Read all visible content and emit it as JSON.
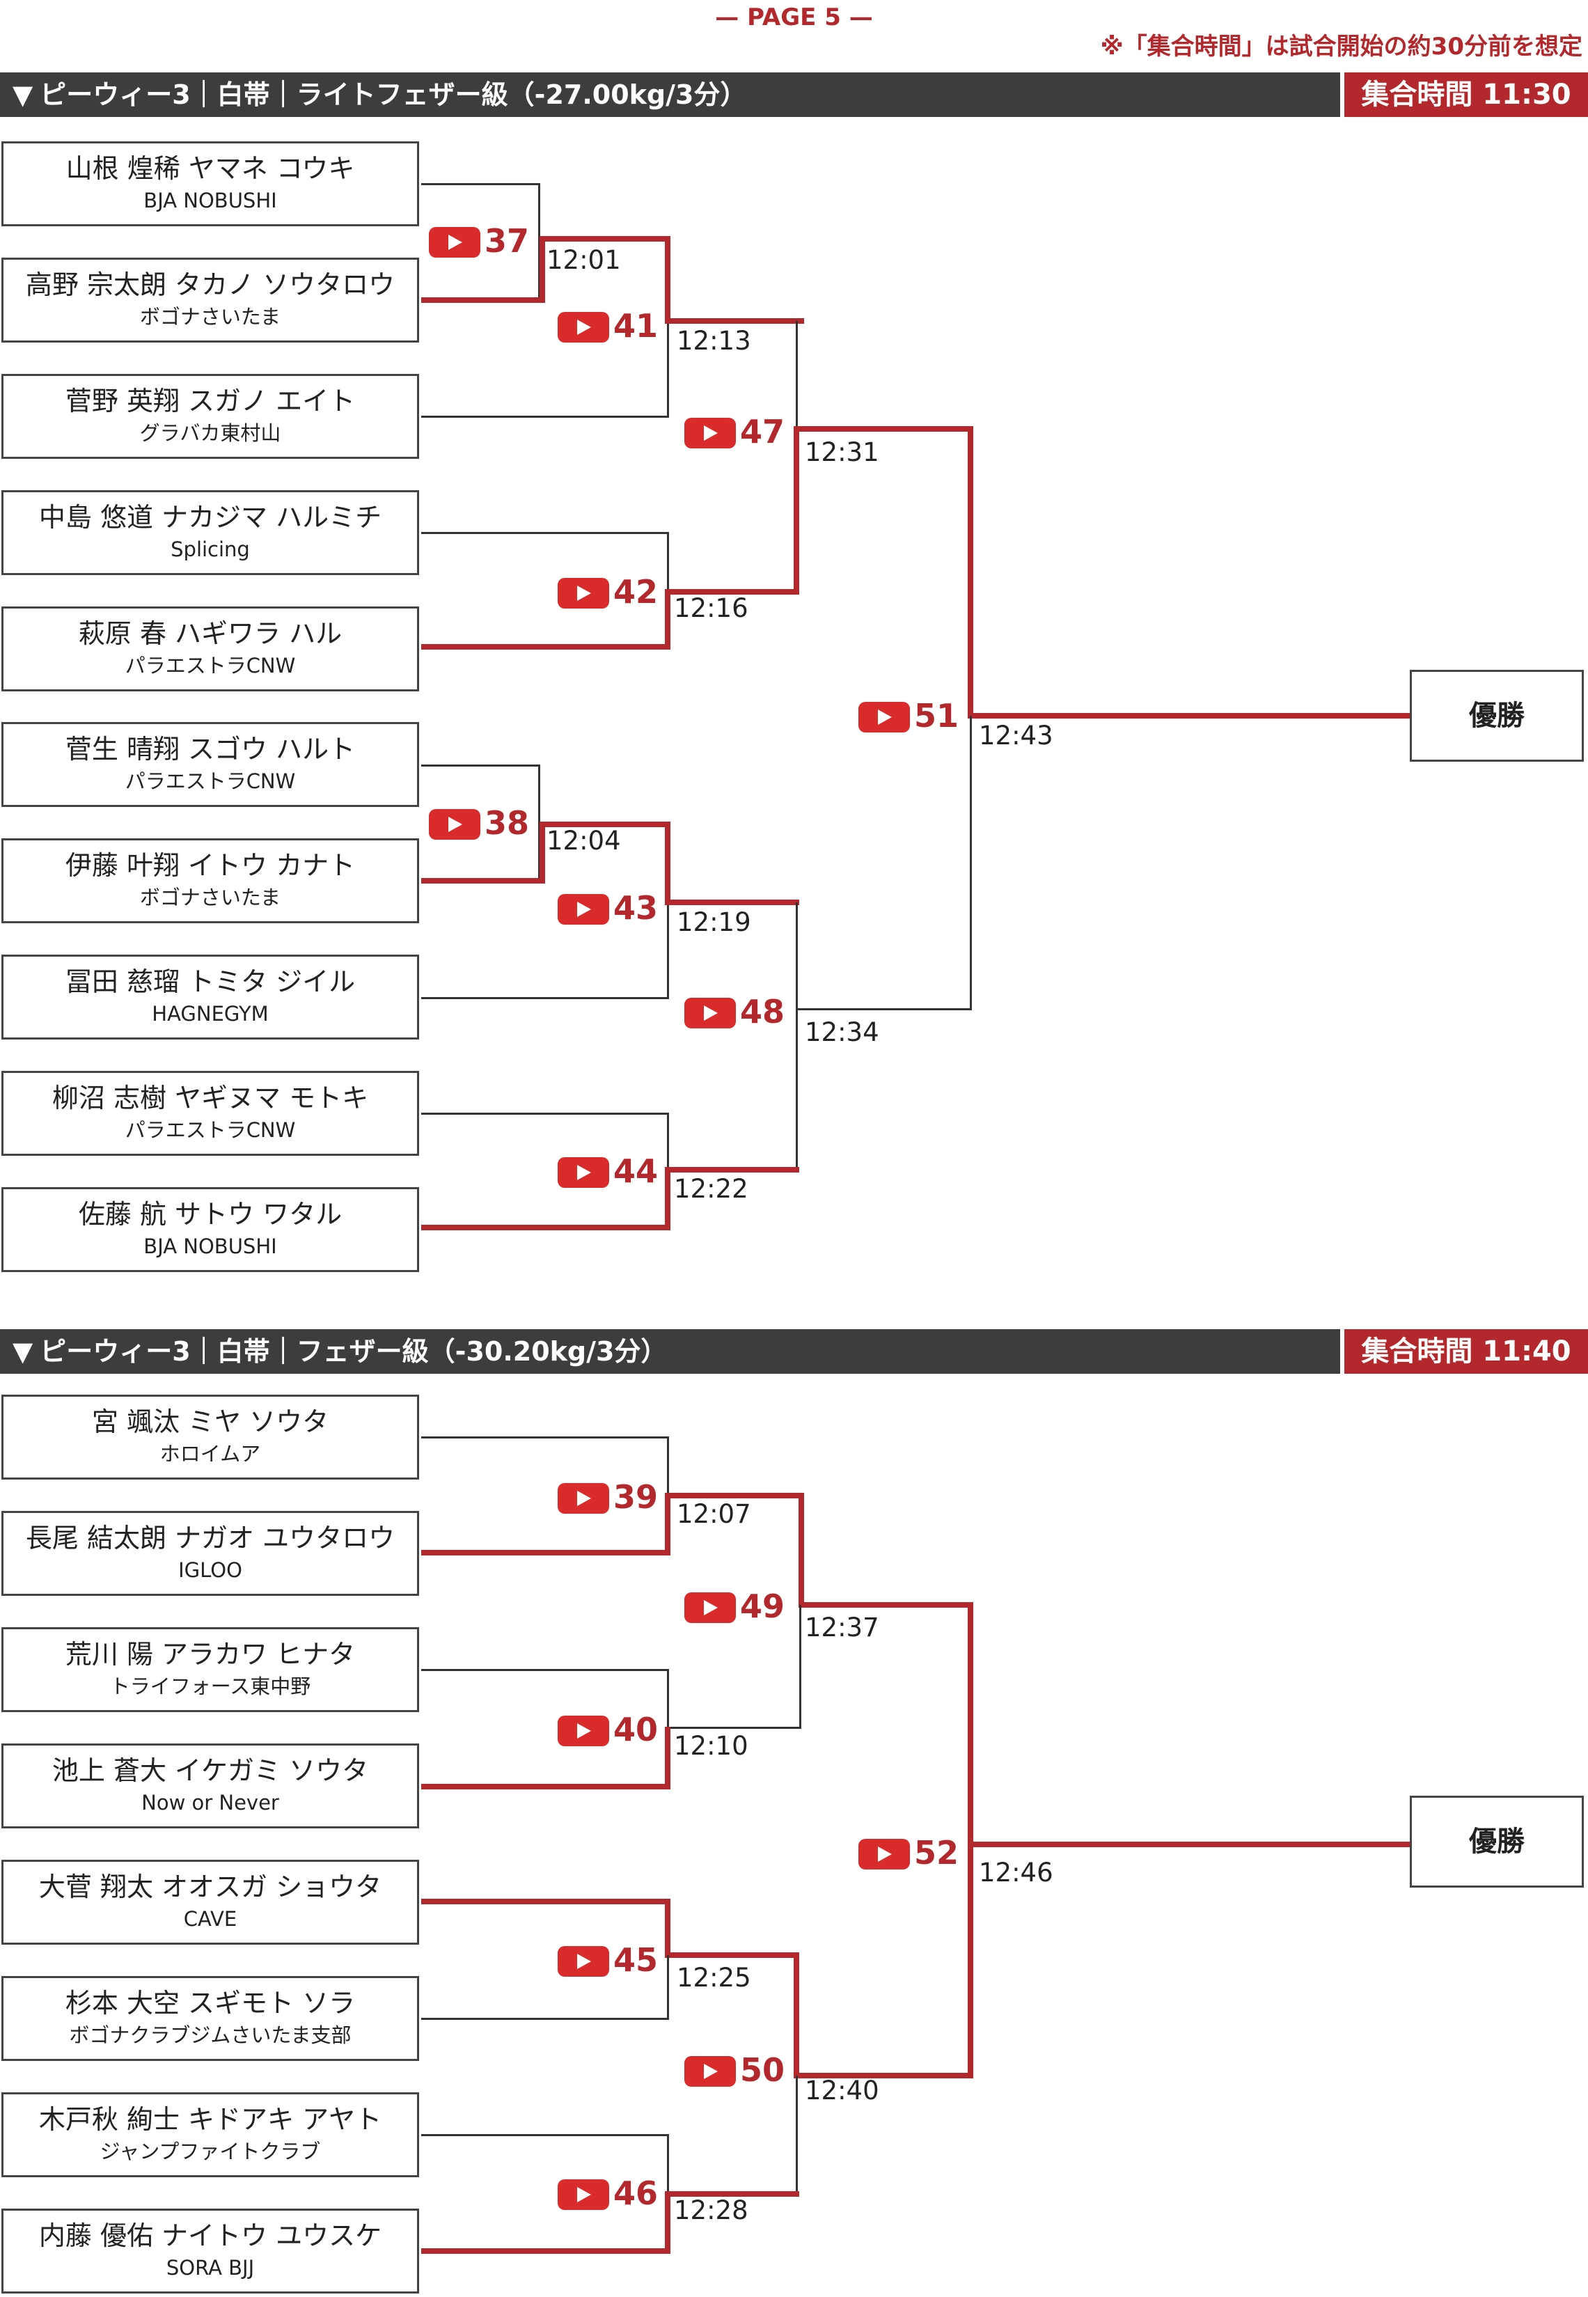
{
  "header": {
    "page_label": "— PAGE 5 —",
    "note": "※「集合時間」は試合開始の約30分前を想定"
  },
  "brackets": [
    {
      "title": "ピーウィー3｜白帯｜ライトフェザー級（-27.00kg/3分）",
      "assembly": "集合時間 11:30",
      "winner_label": "優勝",
      "entrants": [
        {
          "name": "山根 煌稀 ヤマネ コウキ",
          "team": "BJA NOBUSHI"
        },
        {
          "name": "高野 宗太朗 タカノ ソウタロウ",
          "team": "ボゴナさいたま"
        },
        {
          "name": "菅野 英翔 スガノ エイト",
          "team": "グラバカ東村山"
        },
        {
          "name": "中島 悠道 ナカジマ ハルミチ",
          "team": "Splicing"
        },
        {
          "name": "萩原 春 ハギワラ ハル",
          "team": "パラエストラCNW"
        },
        {
          "name": "菅生 晴翔 スゴウ ハルト",
          "team": "パラエストラCNW"
        },
        {
          "name": "伊藤 叶翔 イトウ カナト",
          "team": "ボゴナさいたま"
        },
        {
          "name": "冨田 慈瑠 トミタ ジイル",
          "team": "HAGNEGYM"
        },
        {
          "name": "柳沼 志樹 ヤギヌマ モトキ",
          "team": "パラエストラCNW"
        },
        {
          "name": "佐藤 航 サトウ ワタル",
          "team": "BJA NOBUSHI"
        }
      ],
      "matches": [
        {
          "num": "37",
          "time": "12:01"
        },
        {
          "num": "41",
          "time": "12:13"
        },
        {
          "num": "47",
          "time": "12:31"
        },
        {
          "num": "42",
          "time": "12:16"
        },
        {
          "num": "51",
          "time": "12:43"
        },
        {
          "num": "38",
          "time": "12:04"
        },
        {
          "num": "43",
          "time": "12:19"
        },
        {
          "num": "48",
          "time": "12:34"
        },
        {
          "num": "44",
          "time": "12:22"
        }
      ]
    },
    {
      "title": "ピーウィー3｜白帯｜フェザー級（-30.20kg/3分）",
      "assembly": "集合時間 11:40",
      "winner_label": "優勝",
      "entrants": [
        {
          "name": "宮 颯汰 ミヤ ソウタ",
          "team": "ホロイムア"
        },
        {
          "name": "長尾 結太朗 ナガオ ユウタロウ",
          "team": "IGLOO"
        },
        {
          "name": "荒川 陽 アラカワ ヒナタ",
          "team": "トライフォース東中野"
        },
        {
          "name": "池上 蒼大 イケガミ ソウタ",
          "team": "Now or Never"
        },
        {
          "name": "大菅 翔太 オオスガ ショウタ",
          "team": "CAVE"
        },
        {
          "name": "杉本 大空 スギモト ソラ",
          "team": "ボゴナクラブジムさいたま支部"
        },
        {
          "name": "木戸秋 絢士 キドアキ アヤト",
          "team": "ジャンプファイトクラブ"
        },
        {
          "name": "内藤 優佑 ナイトウ ユウスケ",
          "team": "SORA BJJ"
        }
      ],
      "matches": [
        {
          "num": "39",
          "time": "12:07"
        },
        {
          "num": "49",
          "time": "12:37"
        },
        {
          "num": "40",
          "time": "12:10"
        },
        {
          "num": "52",
          "time": "12:46"
        },
        {
          "num": "45",
          "time": "12:25"
        },
        {
          "num": "50",
          "time": "12:40"
        },
        {
          "num": "46",
          "time": "12:28"
        }
      ]
    }
  ],
  "colors": {
    "accent": "#b3282d",
    "bar": "#3d3d3d",
    "line": "#333333",
    "youtube": "#d92b2b"
  },
  "icons": {
    "match_video": "youtube-play-icon",
    "section_marker": "triangle-down-icon"
  }
}
